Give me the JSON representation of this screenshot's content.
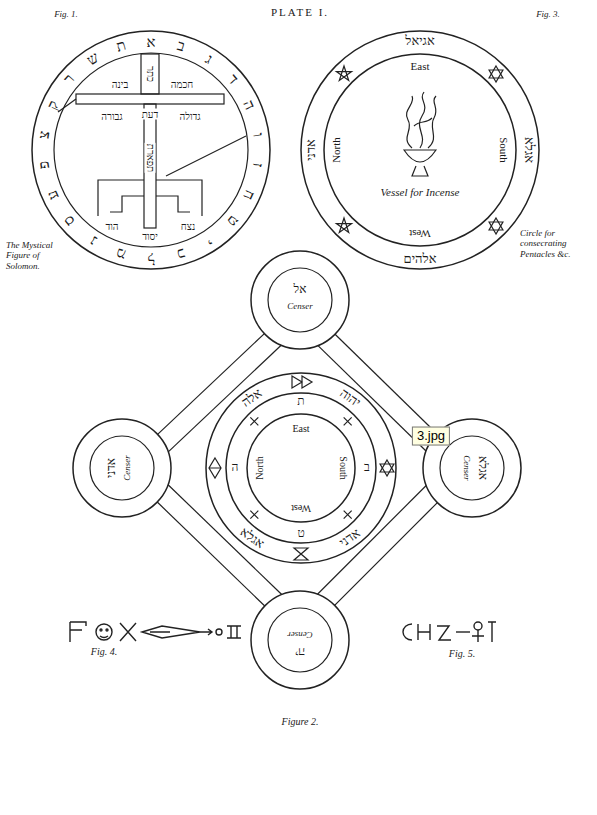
{
  "diagram": {
    "title": "PLATE I.",
    "nodes": [
      {
        "text": [
          "א",
          "ב",
          "ג",
          "ד",
          "ה",
          "ו",
          "ז",
          "ח",
          "ט",
          "י",
          "כ",
          "ל",
          "מ",
          "נ",
          "ס",
          "ע",
          "פ",
          "צ",
          "ק",
          "ר",
          "ש",
          "ת",
          "כתר",
          "בינה",
          "חכמה",
          "דעת",
          "גבורה",
          "גדולה",
          "תפארת",
          "הוד",
          "נצח",
          "יסוד"
        ]
      },
      {
        "text": [
          "אגיאל",
          "אדני",
          "אגלא",
          "אלהים"
        ]
      },
      {
        "text": [
          "East",
          "North",
          "South",
          "West",
          "Vessel for Incense"
        ],
        "in": 1
      },
      {
        "text": [
          "אלה",
          "יהוה",
          "אגלא",
          "אדני"
        ]
      },
      {
        "text": [
          "ת",
          "ה",
          "ב",
          "ט"
        ],
        "in": 3
      },
      {
        "text": [
          "East",
          "North",
          "South",
          "West"
        ],
        "in": 4
      },
      {
        "text": [
          "אל",
          "Censer"
        ]
      },
      {
        "text": [
          "אדני",
          "Censer"
        ]
      },
      {
        "text": [
          "אגלא",
          "Censer"
        ]
      },
      {
        "text": [
          "יה",
          "Censer"
        ]
      }
    ],
    "edges": [
      {
        "from": 6,
        "to": 7,
        "arrow": "none"
      },
      {
        "from": 6,
        "to": 8,
        "arrow": "none"
      },
      {
        "from": 7,
        "to": 9,
        "arrow": "none"
      },
      {
        "from": 8,
        "to": 9,
        "arrow": "none"
      }
    ],
    "labels": [
      "Fig. 1.",
      "The Mystical Figure of Solomon.",
      "Fig. 3.",
      "Circle for consecrating Pentacles &c.",
      "3.jpg",
      "Fig. 4.",
      "Fig. 5.",
      "Figure 2."
    ]
  }
}
